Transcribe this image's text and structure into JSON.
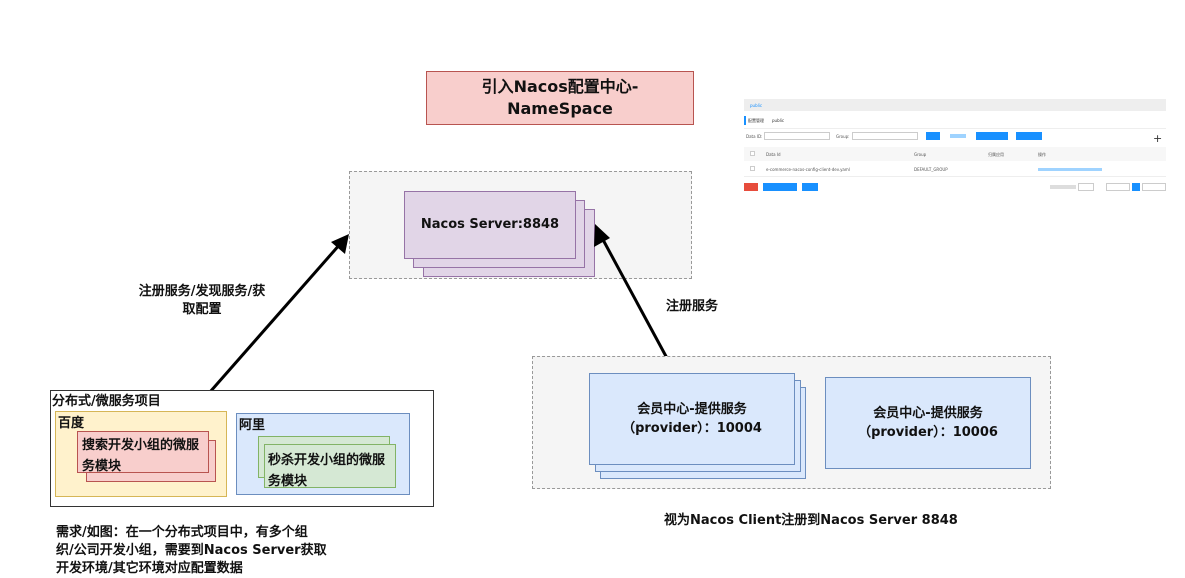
{
  "title": "引入Nacos配置中心-\nNameSpace",
  "server_label": "Nacos Server:8848",
  "arrow_left_label": "注册服务/发现服务/获\n取配置",
  "arrow_right_label": "注册服务",
  "project": {
    "label": "分布式/微服务项目",
    "baidu": {
      "label": "百度",
      "module": "搜索开发小组的微服\n务模块"
    },
    "ali": {
      "label": "阿里",
      "module": "秒杀开发小组的微服\n务模块"
    }
  },
  "provider1": "会员中心-提供服务\n（provider）：10004",
  "provider2": "会员中心-提供服务\n（provider）：10006",
  "client_caption": "视为Nacos Client注册到Nacos Server 8848",
  "requirement_note": "需求/如图：在一个分布式项目中，有多个组\n织/公司开发小组，需要到Nacos Server获取\n开发环境/其它环境对应配置数据",
  "screenshot": {
    "tab": "public",
    "ns_label": "public",
    "data_id_label": "Data ID:",
    "group_label": "Group:",
    "col_dataid": "Data Id",
    "col_group": "Group",
    "col_app": "归属应用",
    "col_ops": "操作",
    "row_dataid": "e-commerce-nacos-config-client-dev.yaml",
    "row_group": "DEFAULT_GROUP",
    "plus": "+"
  }
}
